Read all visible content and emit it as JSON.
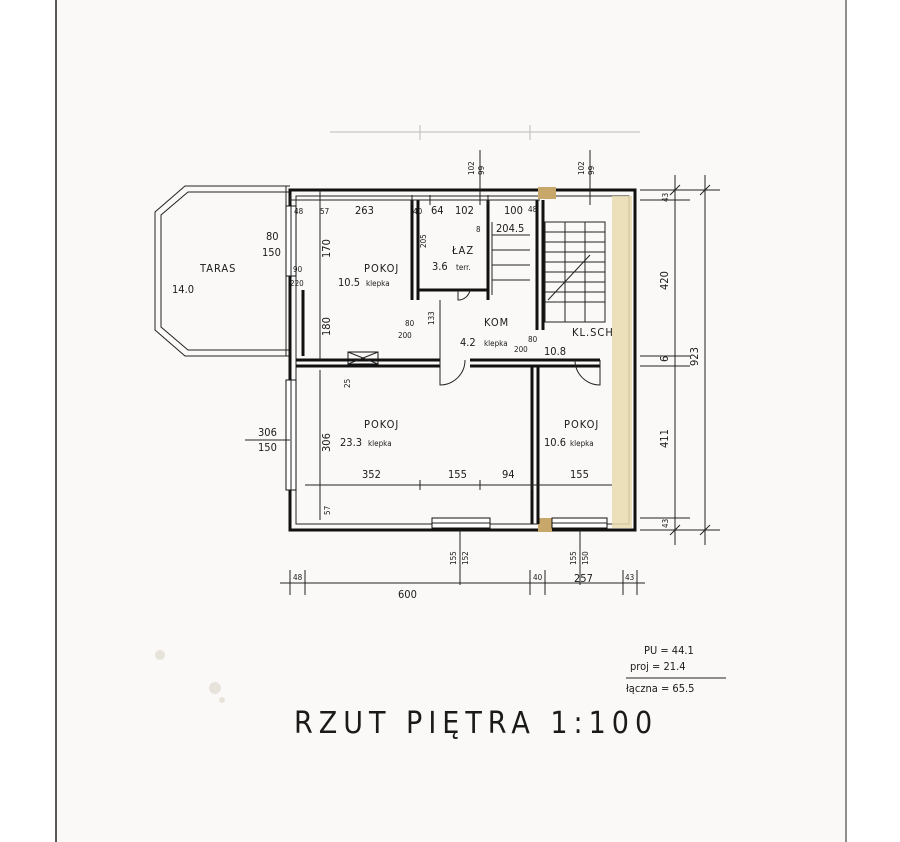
{
  "drawing": {
    "title": "RZUT PIĘTRA 1:100",
    "rooms": {
      "taras": {
        "name": "TARAS",
        "area": "14.0"
      },
      "pokoj_nw": {
        "name": "POKOJ",
        "area": "10.5",
        "floor": "klepka"
      },
      "kaz": {
        "name": "ŁAZ",
        "area": "3.6",
        "floor": "terr."
      },
      "kom": {
        "name": "KOM",
        "area": "4.2",
        "floor": "klepka"
      },
      "kl_sch": {
        "name": "KL.SCH",
        "area": "10.8"
      },
      "pokoj_sw": {
        "name": "POKOJ",
        "area": "23.3",
        "floor": "klepka"
      },
      "pokoj_se": {
        "name": "POKOJ",
        "area": "10.6",
        "floor": "klepka"
      }
    },
    "dimensions": {
      "top_263": "263",
      "top_64": "64",
      "top_102": "102",
      "top_100": "100",
      "top_48a": "48",
      "top_57": "57",
      "top_40": "40",
      "top_48b": "48",
      "win_top_1": "102",
      "win_top_1b": "99",
      "win_top_2": "102",
      "win_top_2b": "99",
      "taras_80": "80",
      "taras_150": "150",
      "nw_170": "170",
      "nw_180": "180",
      "nw_90": "90",
      "nw_220": "220",
      "kaz_205": "205",
      "kaz_8": "8",
      "kaz_204_5": "204.5",
      "door_80a": "80",
      "door_200a": "200",
      "door_133": "133",
      "door_80b": "80",
      "door_200b": "200",
      "sw_25": "25",
      "sw_306a": "306",
      "sw_150": "150",
      "sw_306b": "306",
      "mid_352": "352",
      "mid_155a": "155",
      "mid_94": "94",
      "mid_155b": "155",
      "bot_57": "57",
      "bot_155a": "155",
      "bot_152": "152",
      "bot_155b": "155",
      "bot_150": "150",
      "base_48": "48",
      "base_600": "600",
      "base_40": "40",
      "base_257": "257",
      "base_43": "43",
      "right_43a": "43",
      "right_420": "420",
      "right_6": "6",
      "right_411": "411",
      "right_43b": "43",
      "right_923": "923"
    },
    "areas_note": {
      "pu": "PU = 44.1",
      "proj": "proj = 21.4",
      "total": "łączna = 65.5"
    }
  }
}
